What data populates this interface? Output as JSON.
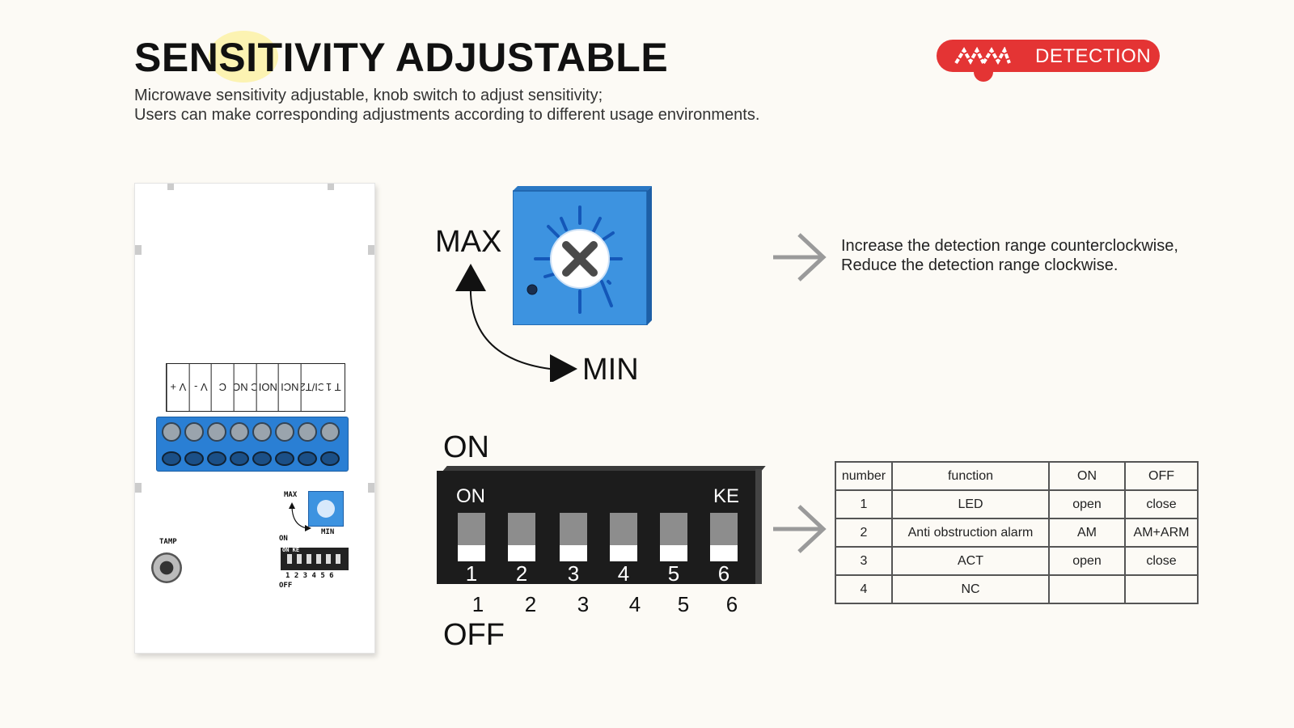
{
  "header": {
    "title": "SENSITIVITY ADJUSTABLE",
    "desc_line1": "Microwave sensitivity adjustable, knob switch to adjust sensitivity;",
    "desc_line2": "Users can make corresponding adjustments according to different usage environments."
  },
  "brand": {
    "label": "DETECTION",
    "color": "#e43434"
  },
  "device": {
    "terminals": [
      "T 1",
      "CI/T2",
      "NCI",
      "NOI",
      "C NO",
      "C",
      "V -",
      "V +"
    ],
    "knob_max": "MAX",
    "knob_min": "MIN",
    "dip_on": "ON",
    "dip_top_labels": "ON KE",
    "dip_numbers": "1 2 3 4 5 6",
    "dip_off": "OFF",
    "tamp": "TAMP",
    "terminal_color": "#2a7fd4"
  },
  "knob": {
    "max_label": "MAX",
    "min_label": "MIN",
    "color": "#3d93e0",
    "text_line1": "Increase the detection range counterclockwise,",
    "text_line2": "Reduce the detection range clockwise."
  },
  "dip": {
    "on_label": "ON",
    "off_label": "OFF",
    "inner_on": "ON",
    "inner_ke": "KE",
    "switches": [
      {
        "number": "1",
        "below": "1"
      },
      {
        "number": "2",
        "below": "2"
      },
      {
        "number": "3",
        "below": "3"
      },
      {
        "number": "4",
        "below": "4"
      },
      {
        "number": "5",
        "below": "5"
      },
      {
        "number": "6",
        "below": "6"
      }
    ]
  },
  "table": {
    "headers": [
      "number",
      "function",
      "ON",
      "OFF"
    ],
    "rows": [
      [
        "1",
        "LED",
        "open",
        "close"
      ],
      [
        "2",
        "Anti obstruction alarm",
        "AM",
        "AM+ARM"
      ],
      [
        "3",
        "ACT",
        "open",
        "close"
      ],
      [
        "4",
        "NC",
        "",
        ""
      ]
    ]
  }
}
